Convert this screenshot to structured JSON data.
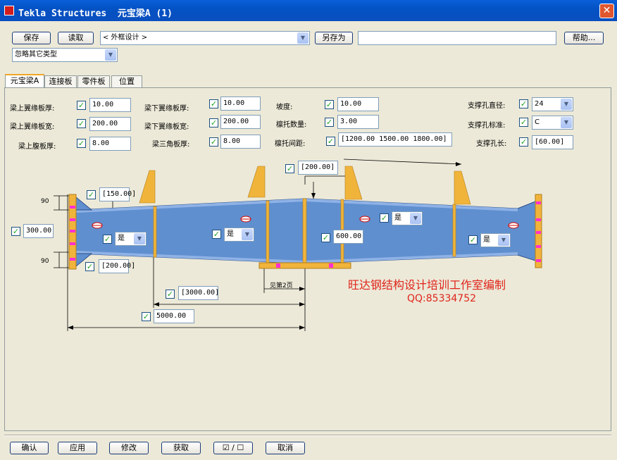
{
  "window": {
    "title": "Tekla Structures  元宝梁A (1)",
    "close": "✕"
  },
  "toolbar": {
    "save": "保存",
    "load": "读取",
    "preset": "< 外框设计 >",
    "save_as": "另存为",
    "save_as_value": "",
    "help": "帮助...",
    "filter": "忽略其它类型"
  },
  "tabs": [
    "元宝梁A",
    "连接板",
    "零件板",
    "位置"
  ],
  "params": {
    "top_flange_t": {
      "label": "梁上翼缘板厚:",
      "value": "10.00"
    },
    "top_flange_w": {
      "label": "梁上翼缘板宽:",
      "value": "200.00"
    },
    "top_web_t": {
      "label": "梁上腹板厚:",
      "value": "8.00"
    },
    "bot_flange_t": {
      "label": "梁下翼缘板厚:",
      "value": "10.00"
    },
    "bot_flange_w": {
      "label": "梁下翼缘板宽:",
      "value": "200.00"
    },
    "tri_plate_t": {
      "label": "梁三角板厚:",
      "value": "8.00"
    },
    "slope": {
      "label": "坡度:",
      "value": "10.00"
    },
    "bracket_count": {
      "label": "檩托数量:",
      "value": "3.00"
    },
    "bracket_spacing": {
      "label": "檩托间距:",
      "value": "[1200.00 1500.00 1800.00]"
    },
    "hole_dia": {
      "label": "支撑孔直径:",
      "value": "24"
    },
    "hole_std": {
      "label": "支撑孔标准:",
      "value": "C"
    },
    "hole_len": {
      "label": "支撑孔长:",
      "value": "[60.00]"
    }
  },
  "drawing": {
    "top_offset": "[200.00]",
    "end_top": "[150.00]",
    "end_height": "300.00",
    "end_bottom": "[200.00]",
    "dim_90": "90",
    "mid_height": "600.00",
    "seg_len": "[3000.00]",
    "half_len": "5000.00",
    "yes": "是",
    "see_page": "见第2页"
  },
  "watermark": {
    "text": "旺达钢结构设计培训工作室编制",
    "qq": "QQ:85334752"
  },
  "footer": {
    "ok": "确认",
    "apply": "应用",
    "modify": "修改",
    "get": "获取",
    "toggle": "☑ / ☐",
    "cancel": "取消"
  },
  "colors": {
    "beam": "#5f8fcf",
    "plate": "#f1b43b",
    "hole": "#ff2fd2",
    "title": "#0a52c6",
    "watermark": "#e0241b"
  }
}
